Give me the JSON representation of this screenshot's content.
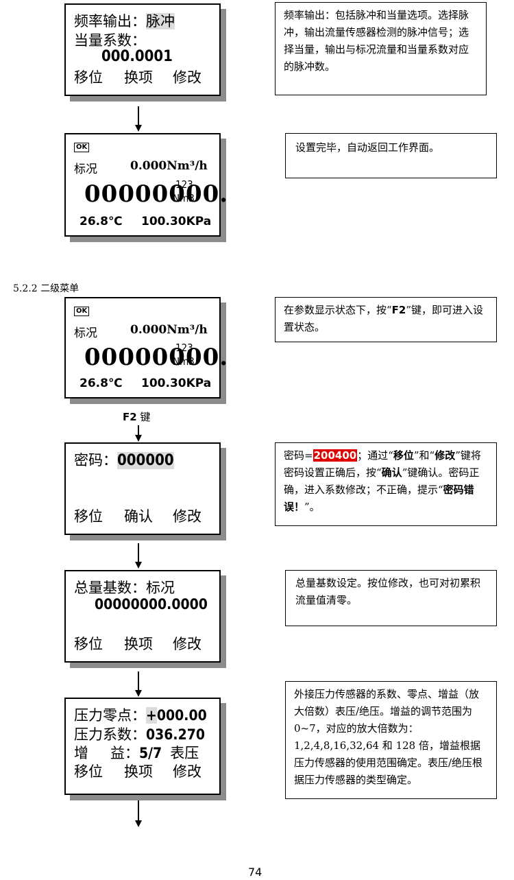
{
  "screen1": {
    "line1_label": "频率输出：",
    "line1_value": "脉冲",
    "line2": "当量系数：",
    "value": "000.0001",
    "btn_left": "移位",
    "btn_mid": "换项",
    "btn_right": "修改"
  },
  "desc1": "频率输出：包括脉冲和当量选项。选择脉冲，输出流量传感器检测的脉冲信号；选择当量，输出与标况流量和当量系数对应的脉冲数。",
  "status_screen": {
    "ok": "OK",
    "label": "标况",
    "flow": "0.000Nm³/h",
    "total": "00000000.",
    "unit_top": "123",
    "unit_bot": "Nm3",
    "temp": "26.8℃",
    "pressure": "100.30KPa"
  },
  "desc2": "设置完毕，自动返回工作界面。",
  "section_heading": "5.2.2 二级菜单",
  "desc3": {
    "a": "在参数显示状态下，按“",
    "key": "F2",
    "b": "”键，即可进入设置状态。"
  },
  "f2_label": {
    "key": "F2",
    "text": " 键"
  },
  "screen_password": {
    "label": "密码：",
    "value": "000000",
    "btn_left": "移位",
    "btn_mid": "确认",
    "btn_right": "修改"
  },
  "desc4": {
    "a": "密码=",
    "pwd": "200400",
    "b": "；通过“",
    "k1": "移位",
    "c": "”和“",
    "k2": "修改",
    "d": "”键将密码设置正确后，按“",
    "k3": "确认",
    "e": "”键确认。密码正确，进入系数修改；不正确，提示“",
    "k4": "密码错误！",
    "f": "”。"
  },
  "screen_base": {
    "label": "总量基数：标况",
    "value": "00000000.0000",
    "btn_left": "移位",
    "btn_mid": "换项",
    "btn_right": "修改"
  },
  "desc5": "总量基数设定。按位修改，也可对初累积流量值清零。",
  "screen_pressure": {
    "l1_label": "压力零点：",
    "l1_sign": "+",
    "l1_value": "000.00",
    "l2_label": "压力系数：",
    "l2_value": "036.270",
    "l3_label_a": "增",
    "l3_label_b": "益：",
    "l3_value": "5/7",
    "l3_mode": "表压",
    "btn_left": "移位",
    "btn_mid": "换项",
    "btn_right": "修改"
  },
  "desc6": "外接压力传感器的系数、零点、增益（放大倍数）表压/绝压。增益的调节范围为 0~7，对应的放大倍数为：1,2,4,8,16,32,64 和 128 倍，增益根据压力传感器的使用范围确定。表压/绝压根据压力传感器的类型确定。",
  "page_number": "74"
}
